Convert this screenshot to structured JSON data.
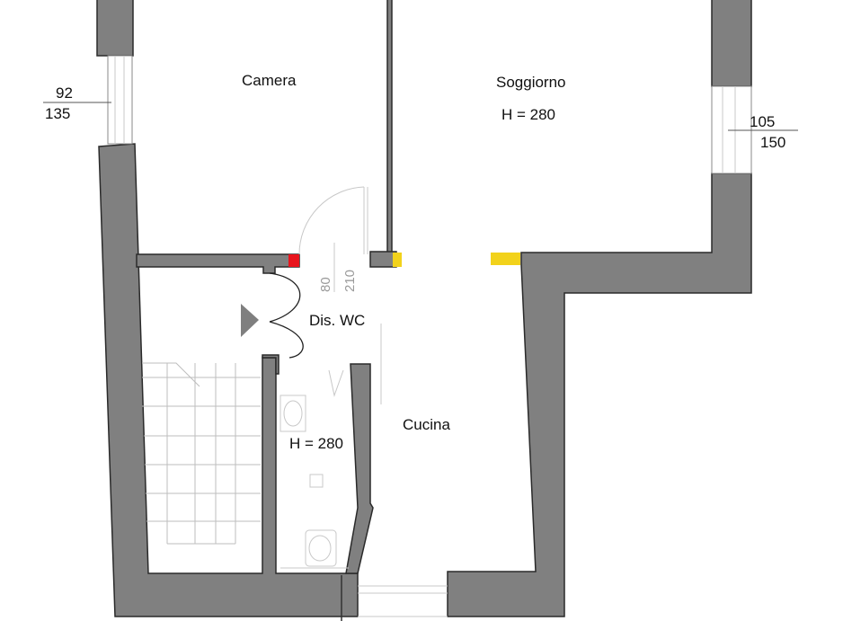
{
  "rooms": {
    "camera": "Camera",
    "soggiorno": "Soggiorno",
    "soggiorno_height": "H = 280",
    "dis_wc": "Dis. WC",
    "cucina": "Cucina",
    "wc_height": "H = 280"
  },
  "windows": {
    "left": {
      "width": "92",
      "height": "135"
    },
    "right": {
      "width": "105",
      "height": "150"
    }
  },
  "door": {
    "width": "80",
    "height": "210"
  },
  "colors": {
    "wall": "#808080",
    "wall_outline": "#2a2a2a",
    "marker_red": "#e8141c",
    "marker_yellow": "#f2d21b"
  }
}
